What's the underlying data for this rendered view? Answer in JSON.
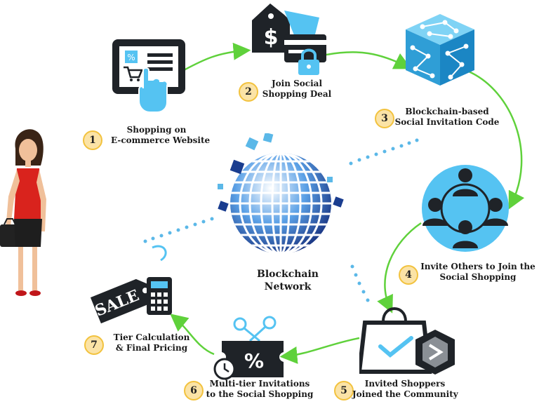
{
  "center": {
    "title_line1": "Blockchain",
    "title_line2": "Network"
  },
  "steps": [
    {
      "number": "1",
      "line1": "Shopping on",
      "line2": "E-commerce Website"
    },
    {
      "number": "2",
      "line1": "Join Social",
      "line2": "Shopping Deal"
    },
    {
      "number": "3",
      "line1": "Blockchain-based",
      "line2": "Social Invitation Code"
    },
    {
      "number": "4",
      "line1": "Invite Others to Join the",
      "line2": "Social Shopping"
    },
    {
      "number": "5",
      "line1": "Invited Shoppers",
      "line2": "Joined the Community"
    },
    {
      "number": "6",
      "line1": "Multi-tier Invitations",
      "line2": "to the Social Shopping"
    },
    {
      "number": "7",
      "line1": "Tier Calculation",
      "line2": "& Final Pricing"
    }
  ],
  "icons": {
    "tag_currency": "$",
    "percent": "%",
    "sale": "SALE"
  },
  "colors": {
    "arrow": "#5fd13b",
    "dots": "#5bb8e8",
    "badge_fill": "#fbe3a6",
    "badge_border": "#f2c23e",
    "icon_dark": "#1f2328",
    "icon_blue": "#55c3f2",
    "globe_dark": "#1a3d8f",
    "woman_shirt": "#d9231d"
  }
}
